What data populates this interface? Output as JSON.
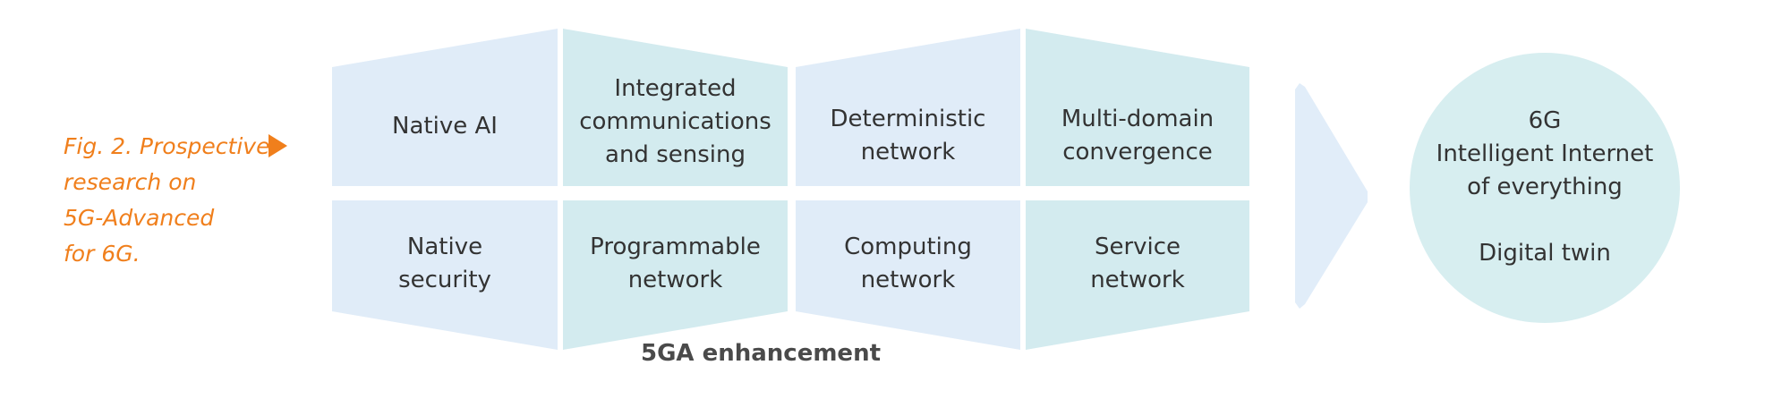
{
  "caption": {
    "lines": [
      "Fig. 2. Prospective",
      "research on",
      "5G-Advanced",
      "for 6G."
    ]
  },
  "grid": {
    "top_row": [
      "Native AI",
      "Integrated\ncommunications\nand sensing",
      "Deterministic\nnetwork",
      "Multi-domain\nconvergence"
    ],
    "bottom_row": [
      "Native\nsecurity",
      "Programmable\nnetwork",
      "Computing\nnetwork",
      "Service\nnetwork"
    ]
  },
  "footer_label": "5GA enhancement",
  "target": {
    "line_1": "6G",
    "line_2": "Intelligent Internet",
    "line_3": "of everything",
    "line_4": "Digital twin"
  },
  "colors": {
    "caption_orange": "#f07f1c",
    "panel_blue": "#e0ecf8",
    "panel_teal": "#d3ebef",
    "arrow_blue": "#e1edf9",
    "circle_teal": "#d7eef0",
    "text_dark": "#333333"
  }
}
